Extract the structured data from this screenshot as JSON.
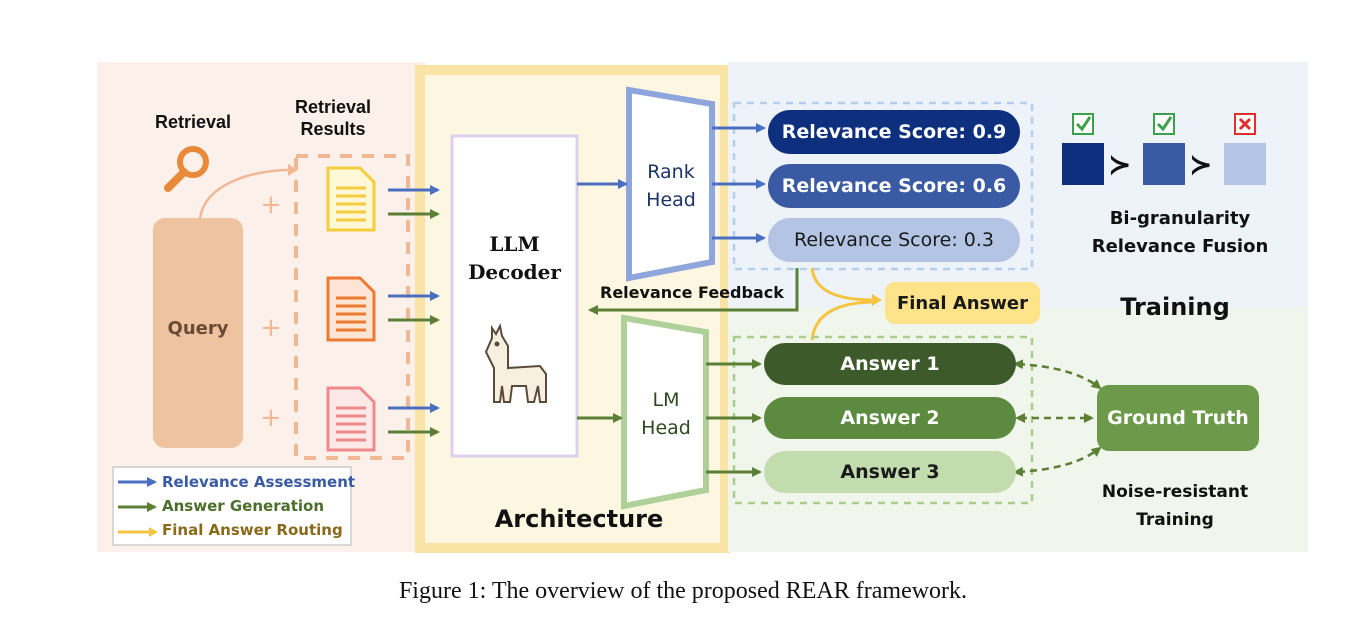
{
  "retrieval": {
    "title": "Retrieval",
    "results_title_line1": "Retrieval",
    "results_title_line2": "Results",
    "query_label": "Query"
  },
  "architecture": {
    "decoder_line1": "LLM",
    "decoder_line2": "Decoder",
    "rank_head_line1": "Rank",
    "rank_head_line2": "Head",
    "lm_head_line1": "LM",
    "lm_head_line2": "Head",
    "section_title": "Architecture",
    "relevance_feedback": "Relevance Feedback",
    "final_answer": "Final Answer"
  },
  "training": {
    "section_title": "Training",
    "scores": [
      "Relevance Score: 0.9",
      "Relevance Score: 0.6",
      "Relevance Score: 0.3"
    ],
    "answers": [
      "Answer 1",
      "Answer 2",
      "Answer 3"
    ],
    "ground_truth": "Ground Truth",
    "fusion_line1": "Bi-granularity",
    "fusion_line2": "Relevance Fusion",
    "noise_line1": "Noise-resistant",
    "noise_line2": "Training",
    "precedence_symbol": "≻"
  },
  "legend": [
    {
      "label": "Relevance Assessment",
      "color": "#4a6fc1"
    },
    {
      "label": "Answer Generation",
      "color": "#5a7f35"
    },
    {
      "label": "Final Answer Routing",
      "color": "#f5c542"
    }
  ],
  "caption": "Figure 1: The overview of the proposed REAR framework.",
  "colors": {
    "blue_dark": "#0e2f7e",
    "blue_mid": "#3a5aa4",
    "blue_light": "#b4c4e4",
    "green_dark": "#3d5a2a",
    "green_mid": "#5c8a3e",
    "green_light": "#c3dcae",
    "yellow": "#fde38a",
    "query": "#efc3a0"
  },
  "doc_colors": [
    "#f5cc3c",
    "#ee7a32",
    "#f08a8a"
  ],
  "plus": "+"
}
